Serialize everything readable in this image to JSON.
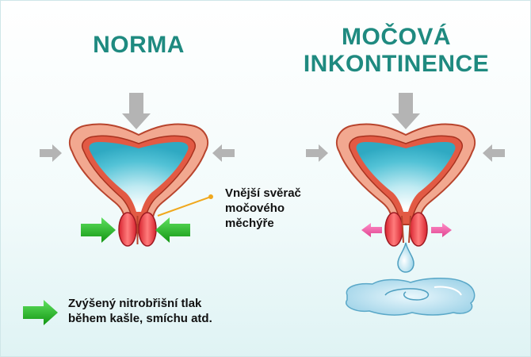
{
  "titles": {
    "normal": "NORMA",
    "incontinence_line1": "MOČOVÁ",
    "incontinence_line2": "INKONTINENCE"
  },
  "sphincter_label": {
    "line1": "Vnější svěrač",
    "line2": "močového",
    "line3": "měchýře"
  },
  "legend": {
    "line1": "Zvýšený nitrobřišní tlak",
    "line2": "během kašle, smíchu atd."
  },
  "colors": {
    "title": "#1f8a80",
    "bladder_wall": "#f2a890",
    "bladder_outline": "#c8472e",
    "bladder_inner": "#e25a44",
    "urine": "#3fb8cf",
    "gray_arrow": "#b4b4b4",
    "green_arrow": "#1fb51f",
    "pink_arrow": "#ef5aa7",
    "leader_line": "#f0a81e",
    "puddle": "#a9d8ea"
  },
  "icons": {
    "pressure_arrow": "arrow-right-icon",
    "sphincter": "sphincter-muscle-icon",
    "leak": "drop-icon"
  }
}
